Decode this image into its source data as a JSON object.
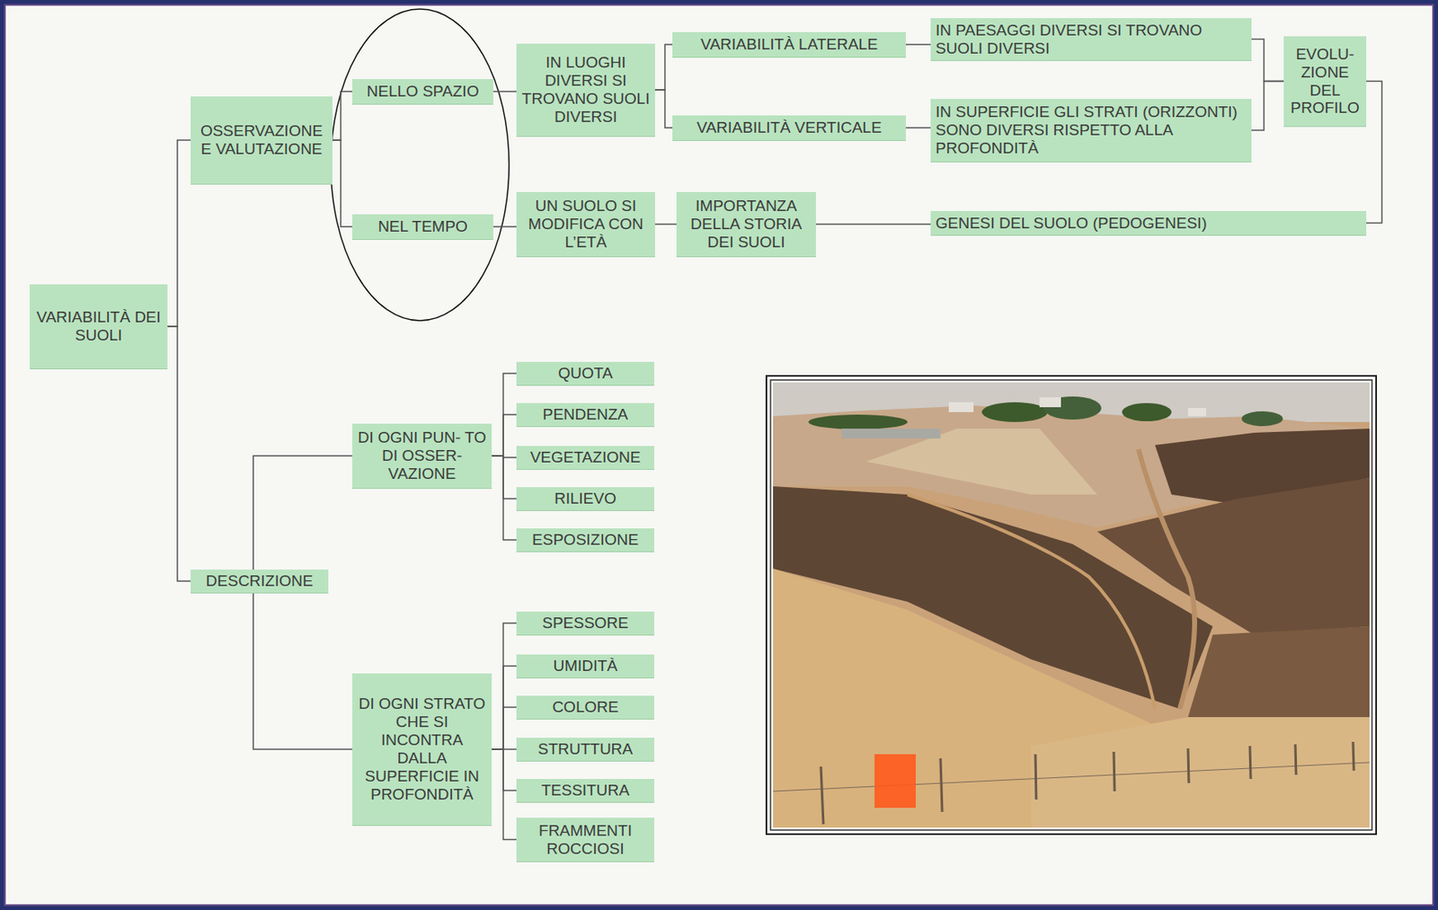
{
  "diagram": {
    "nodes": [
      {
        "text": [
          "VARIABILITÀ DEI SUOLI"
        ]
      },
      {
        "text": [
          "OSSERVAZIONE E VALUTAZIONE"
        ]
      },
      {
        "text": [
          "NELLO SPAZIO"
        ]
      },
      {
        "text": [
          "IN LUOGHI DIVERSI SI TROVANO SUOLI DIVERSI"
        ]
      },
      {
        "text": [
          "VARIABILITÀ LATERALE"
        ]
      },
      {
        "text": [
          "IN PAESAGGI DIVERSI SI TROVANO SUOLI DIVERSI"
        ]
      },
      {
        "text": [
          "VARIABILITÀ VERTICALE"
        ]
      },
      {
        "text": [
          "IN SUPERFICIE GLI STRATI (ORIZZONTI) SONO DIVERSI RISPETTO ALLA PROFONDITÀ"
        ]
      },
      {
        "text": [
          "EVOLU- ZIONE DEL PROFILO"
        ]
      },
      {
        "text": [
          "NEL TEMPO"
        ]
      },
      {
        "text": [
          "UN SUOLO SI MODIFICA CON L’ETÀ"
        ]
      },
      {
        "text": [
          "IMPORTANZA DELLA STORIA DEI SUOLI"
        ]
      },
      {
        "text": [
          "GENESI DEL SUOLO (PEDOGENESI)"
        ]
      },
      {
        "text": [
          "DESCRIZIONE"
        ]
      },
      {
        "text": [
          "DI OGNI PUN- TO DI OSSER- VAZIONE"
        ]
      },
      {
        "text": [
          "QUOTA"
        ]
      },
      {
        "text": [
          "PENDENZA"
        ]
      },
      {
        "text": [
          "VEGETAZIONE"
        ]
      },
      {
        "text": [
          "RILIEVO"
        ]
      },
      {
        "text": [
          "ESPOSIZIONE"
        ]
      },
      {
        "text": [
          "DI OGNI STRATO CHE SI INCONTRA DALLA SUPERFICIE IN PROFONDITÀ"
        ]
      },
      {
        "text": [
          "SPESSORE"
        ]
      },
      {
        "text": [
          "UMIDITÀ"
        ]
      },
      {
        "text": [
          "COLORE"
        ]
      },
      {
        "text": [
          "STRUTTURA"
        ]
      },
      {
        "text": [
          "TESSITURA"
        ]
      },
      {
        "text": [
          "FRAMMENTI ROCCIOSI"
        ]
      }
    ],
    "edges": [
      {
        "from": 0,
        "to": 1,
        "arrow": "none"
      },
      {
        "from": 0,
        "to": 13,
        "arrow": "none"
      },
      {
        "from": 1,
        "to": 2,
        "arrow": "none"
      },
      {
        "from": 1,
        "to": 9,
        "arrow": "none"
      },
      {
        "from": 2,
        "to": 3,
        "arrow": "none"
      },
      {
        "from": 3,
        "to": 4,
        "arrow": "none"
      },
      {
        "from": 3,
        "to": 6,
        "arrow": "none"
      },
      {
        "from": 4,
        "to": 5,
        "arrow": "none"
      },
      {
        "from": 6,
        "to": 7,
        "arrow": "none"
      },
      {
        "from": 5,
        "to": 8,
        "arrow": "none"
      },
      {
        "from": 7,
        "to": 8,
        "arrow": "none"
      },
      {
        "from": 8,
        "to": 12,
        "arrow": "none"
      },
      {
        "from": 9,
        "to": 10,
        "arrow": "none"
      },
      {
        "from": 10,
        "to": 11,
        "arrow": "none"
      },
      {
        "from": 11,
        "to": 12,
        "arrow": "none"
      },
      {
        "from": 13,
        "to": 14,
        "arrow": "none"
      },
      {
        "from": 13,
        "to": 20,
        "arrow": "none"
      },
      {
        "from": 14,
        "to": 15,
        "arrow": "none"
      },
      {
        "from": 14,
        "to": 16,
        "arrow": "none"
      },
      {
        "from": 14,
        "to": 17,
        "arrow": "none"
      },
      {
        "from": 14,
        "to": 18,
        "arrow": "none"
      },
      {
        "from": 14,
        "to": 19,
        "arrow": "none"
      },
      {
        "from": 20,
        "to": 21,
        "arrow": "none"
      },
      {
        "from": 20,
        "to": 22,
        "arrow": "none"
      },
      {
        "from": 20,
        "to": 23,
        "arrow": "none"
      },
      {
        "from": 20,
        "to": 24,
        "arrow": "none"
      },
      {
        "from": 20,
        "to": 25,
        "arrow": "none"
      },
      {
        "from": 20,
        "to": 26,
        "arrow": "none"
      }
    ]
  }
}
